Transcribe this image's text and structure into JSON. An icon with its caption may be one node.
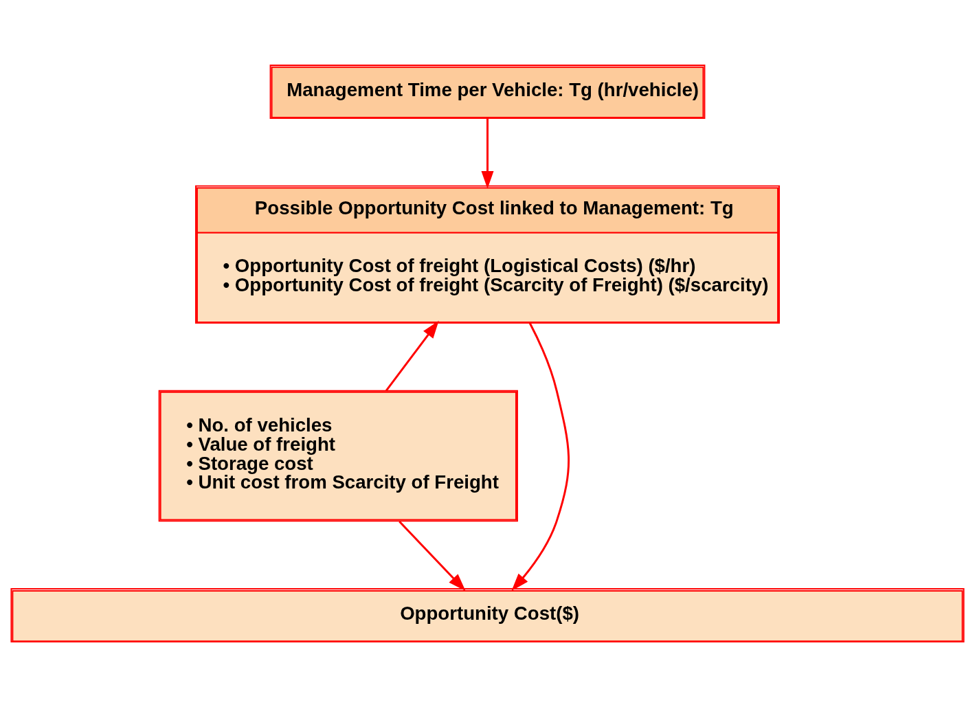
{
  "diagram": {
    "nodes": [
      {
        "text": [
          "Management Time per Vehicle: Tg (hr/vehicle)"
        ]
      },
      {
        "text": [
          "Possible Opportunity Cost linked to Management: Tg",
          "• Opportunity Cost of freight (Logistical Costs) ($/hr)",
          "• Opportunity Cost of freight (Scarcity of Freight) ($/scarcity)"
        ]
      },
      {
        "text": [
          "• No. of vehicles",
          "• Value of freight",
          "• Storage cost",
          "• Unit cost from Scarcity of Freight"
        ]
      },
      {
        "text": [
          "Opportunity Cost($)"
        ]
      }
    ],
    "edges": [
      {
        "from": 0,
        "to": 1,
        "arrow": "to"
      },
      {
        "from": 1,
        "to": 3,
        "arrow": "to"
      },
      {
        "from": 2,
        "to": 1,
        "arrow": "to"
      },
      {
        "from": 2,
        "to": 3,
        "arrow": "to"
      }
    ]
  }
}
